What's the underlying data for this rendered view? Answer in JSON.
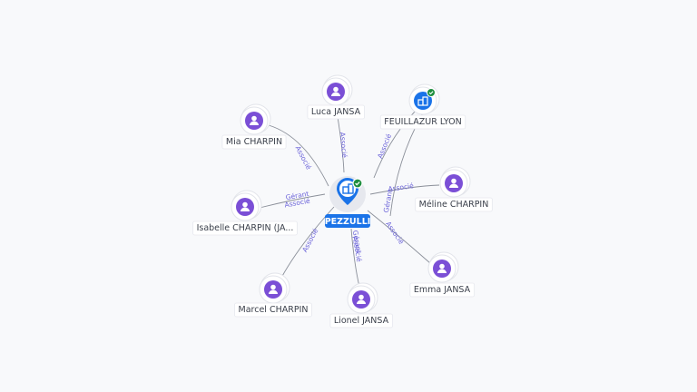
{
  "center": {
    "name": "PEZZULLI",
    "icon": "building-icon",
    "verified": true,
    "color": "#1a73e8"
  },
  "nodes": [
    {
      "id": "luca",
      "name": "Luca JANSA",
      "type": "person",
      "icon": "person-icon"
    },
    {
      "id": "feuillazur",
      "name": "FEUILLAZUR LYON",
      "type": "company",
      "icon": "building-icon",
      "verified": true
    },
    {
      "id": "mia",
      "name": "Mia CHARPIN",
      "type": "person",
      "icon": "person-icon"
    },
    {
      "id": "meline",
      "name": "Méline CHARPIN",
      "type": "person",
      "icon": "person-icon"
    },
    {
      "id": "isabelle",
      "name": "Isabelle CHARPIN (JA...",
      "type": "person",
      "icon": "person-icon"
    },
    {
      "id": "emma",
      "name": "Emma JANSA",
      "type": "person",
      "icon": "person-icon"
    },
    {
      "id": "marcel",
      "name": "Marcel CHARPIN",
      "type": "person",
      "icon": "person-icon"
    },
    {
      "id": "lionel",
      "name": "Lionel JANSA",
      "type": "person",
      "icon": "person-icon"
    }
  ],
  "edges": [
    {
      "from": "luca",
      "labels": [
        "Associé"
      ]
    },
    {
      "from": "feuillazur",
      "labels": [
        "Associé"
      ]
    },
    {
      "from": "mia",
      "labels": [
        "Associé"
      ]
    },
    {
      "from": "isabelle",
      "labels": [
        "Gérant",
        "Associé"
      ]
    },
    {
      "from": "meline",
      "labels": [
        "Associé"
      ]
    },
    {
      "from": "emma",
      "labels": [
        "Associé"
      ]
    },
    {
      "from": "feuillazur",
      "labels": [
        "Gérant"
      ]
    },
    {
      "from": "marcel",
      "labels": [
        "Associé"
      ]
    },
    {
      "from": "lionel",
      "labels": [
        "Gérant",
        "Associé"
      ]
    }
  ],
  "colors": {
    "person": "#7b4fd6",
    "company": "#1a73e8",
    "verified": "#1e8e3e",
    "edge": "#8a8f99",
    "edge_label": "#6b63d9"
  }
}
